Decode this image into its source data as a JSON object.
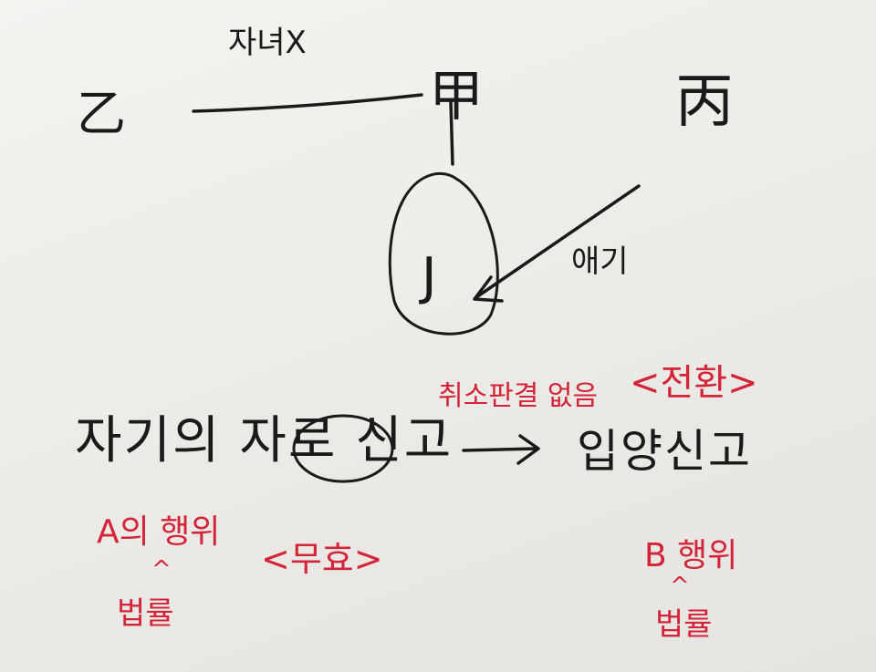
{
  "colors": {
    "ink_black": "#1c1a19",
    "ink_red": "#d3243a",
    "paper": "#efedea"
  },
  "diagram": {
    "nodes": {
      "eul": "乙",
      "gap": "甲",
      "byeong": "丙",
      "j": "J"
    },
    "edge_labels": {
      "eul_gap": "자녀X",
      "byeong_to_j": "애기"
    },
    "self_child_report": "자기의 자로 신고",
    "adoption_report": "입양신고",
    "invalidity_action": "취소판결 없음",
    "conversion": "<전환>",
    "a_act": "A의 행위",
    "invalid": "<무효>",
    "b_act": "B 행위",
    "legal_a": "법률",
    "legal_b": "법률",
    "caret": "^"
  }
}
